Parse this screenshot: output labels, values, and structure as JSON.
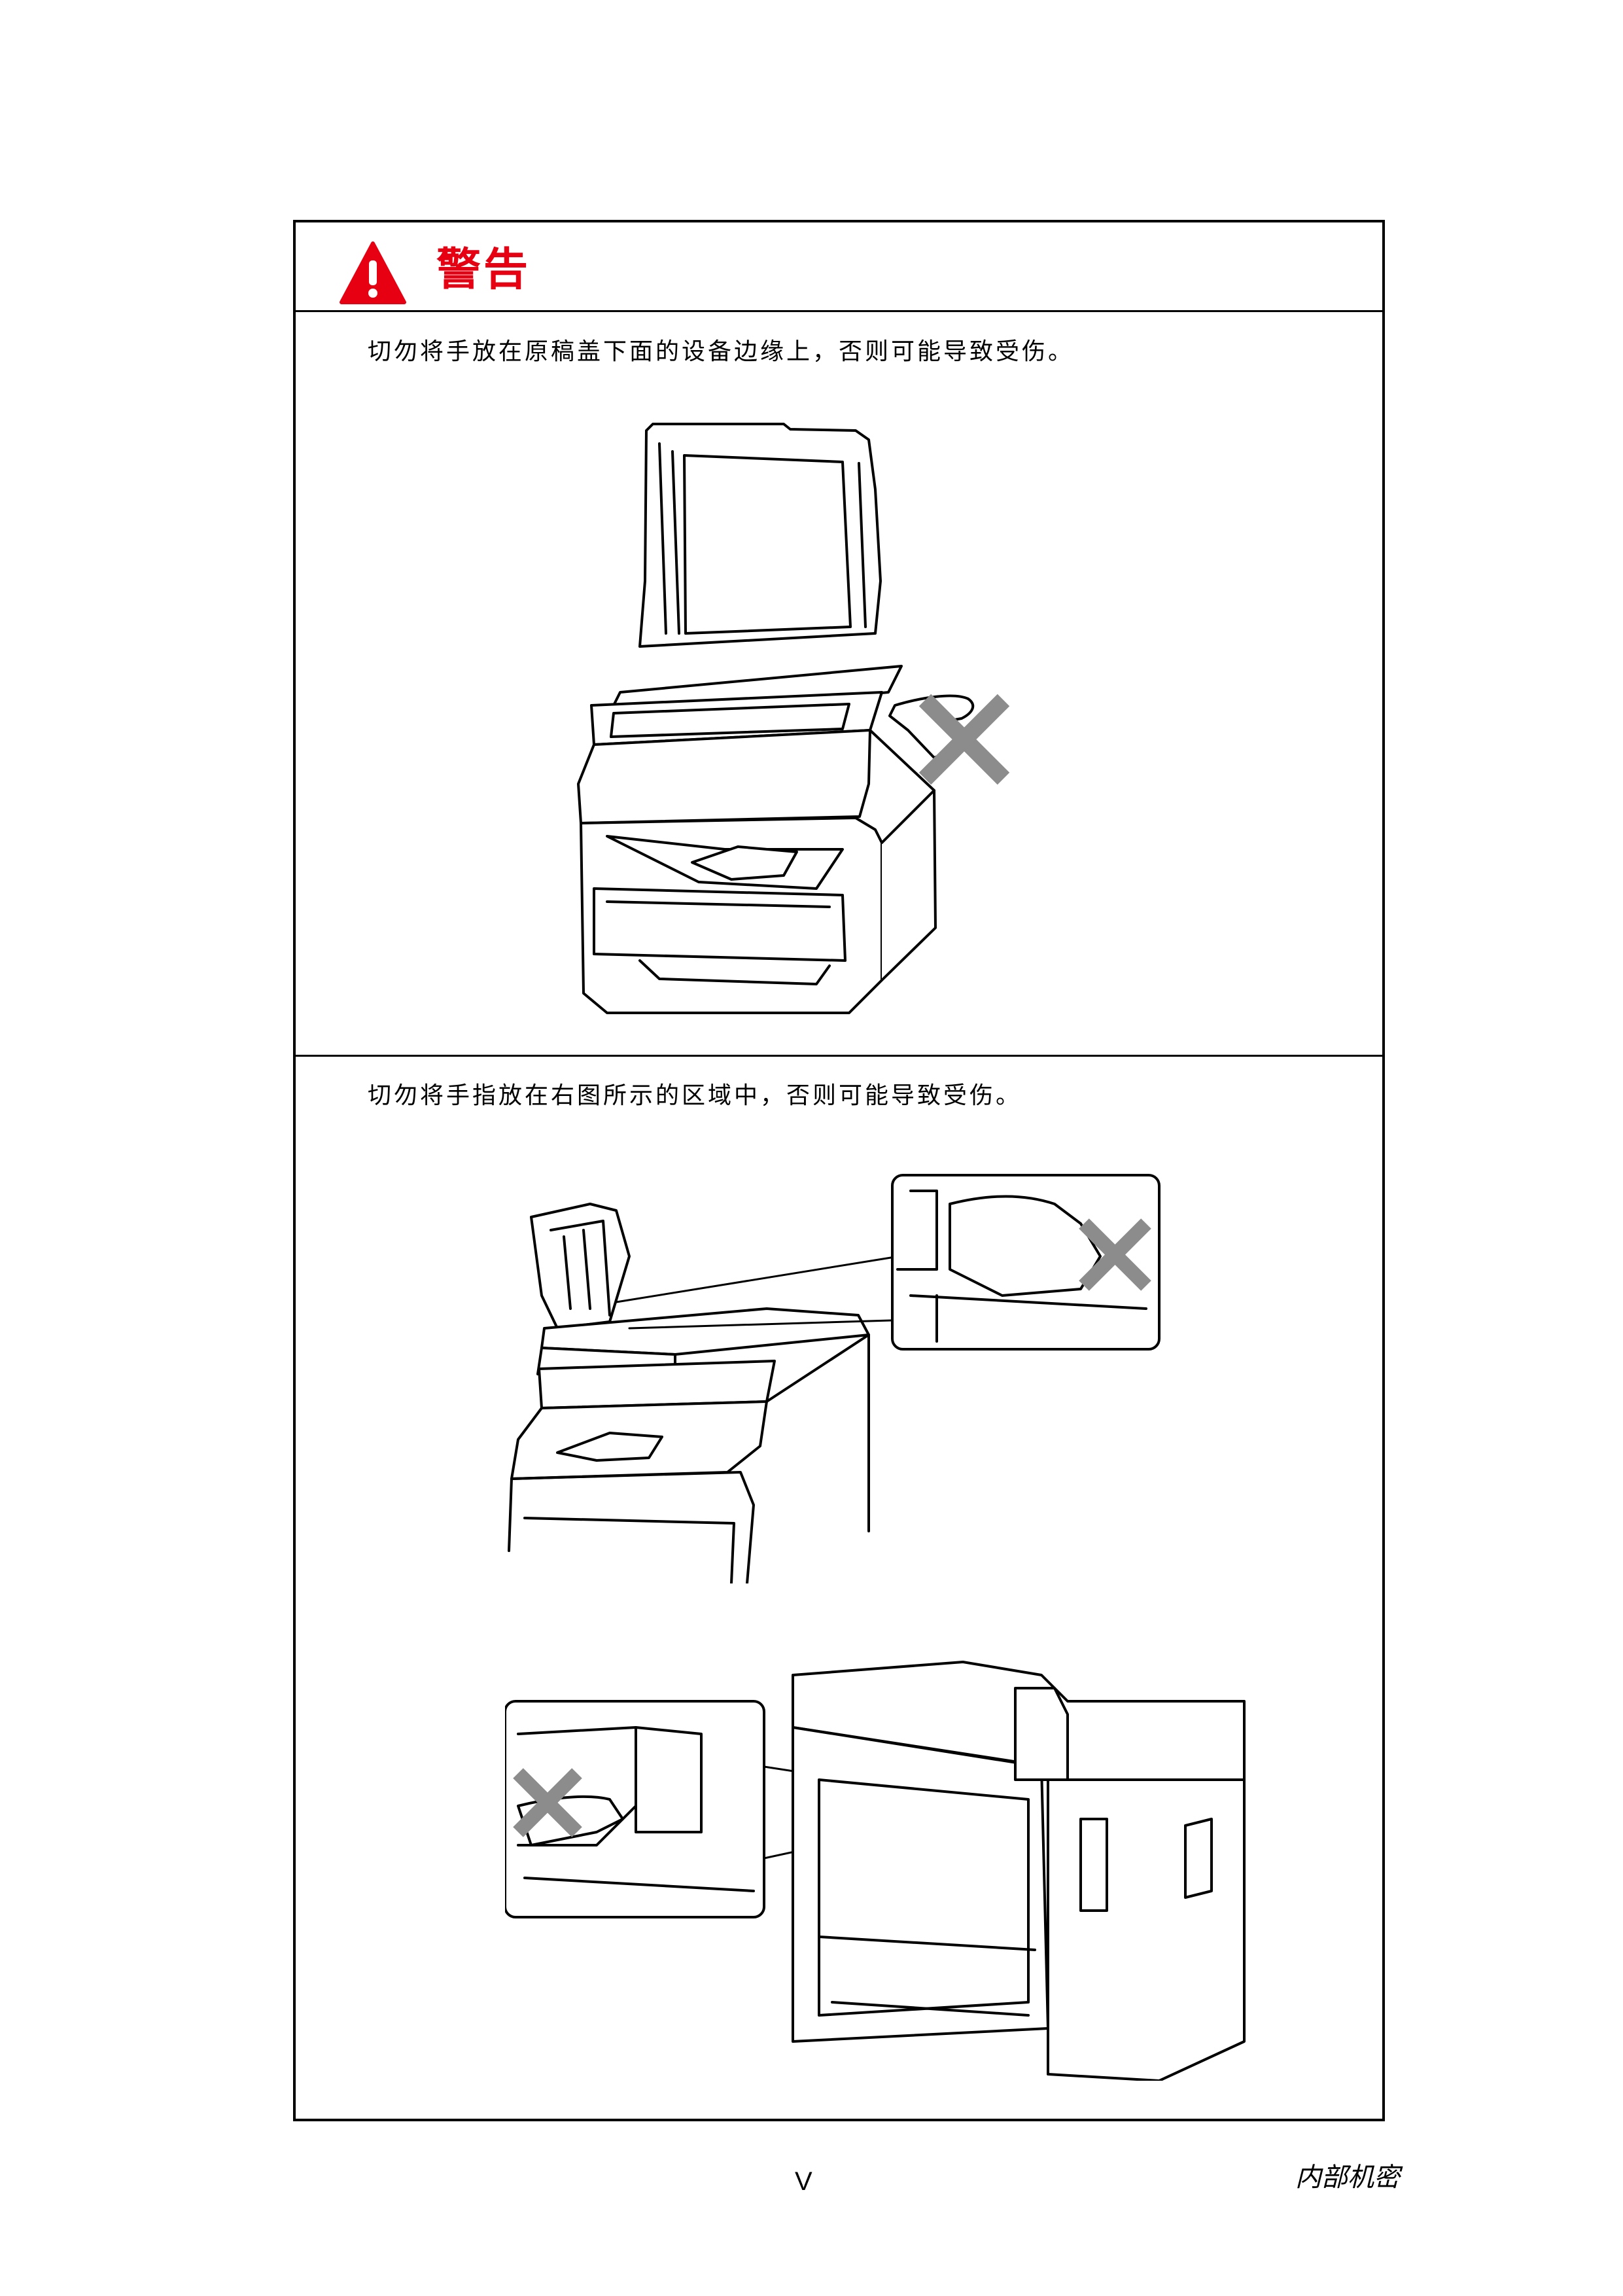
{
  "warning": {
    "title": "警告",
    "color": "#e60012",
    "icon": "warning-triangle-icon"
  },
  "instructions": [
    {
      "text": "切勿将手放在原稿盖下面的设备边缘上，否则可能导致受伤。"
    },
    {
      "text": "切勿将手指放在右图所示的区域中，否则可能导致受伤。"
    }
  ],
  "illustrations": [
    {
      "name": "scanner-lid-hand-illustration",
      "icon": "no-x-icon"
    },
    {
      "name": "adf-open-illustration",
      "icon": "no-x-icon"
    },
    {
      "name": "rear-cover-illustration",
      "icon": "no-x-icon"
    }
  ],
  "footer": {
    "page_number": "V",
    "confidential": "内部机密"
  }
}
